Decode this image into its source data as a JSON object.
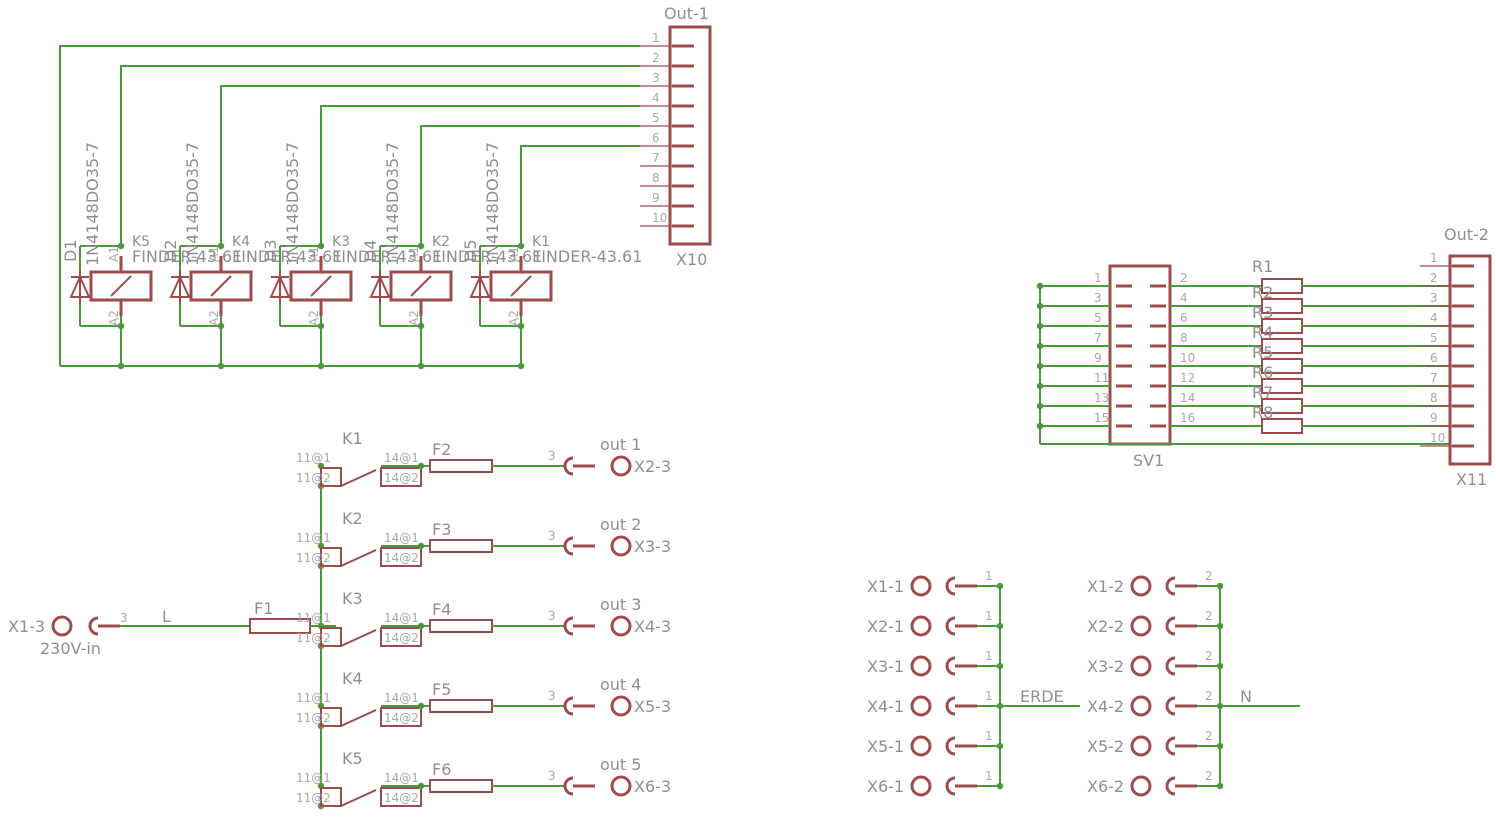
{
  "x10": {
    "value": "Out-1",
    "name": "X10",
    "pins": [
      "1",
      "2",
      "3",
      "4",
      "5",
      "6",
      "7",
      "8",
      "9",
      "10"
    ]
  },
  "x11": {
    "value": "Out-2",
    "name": "X11",
    "pins": [
      "1",
      "2",
      "3",
      "4",
      "5",
      "6",
      "7",
      "8",
      "9",
      "10"
    ]
  },
  "sv1": {
    "name": "SV1",
    "left_pins": [
      "1",
      "3",
      "5",
      "7",
      "9",
      "11",
      "13",
      "15"
    ],
    "right_pins": [
      "2",
      "4",
      "6",
      "8",
      "10",
      "12",
      "14",
      "16"
    ]
  },
  "resistors": [
    "R1",
    "R2",
    "R3",
    "R4",
    "R5",
    "R6",
    "R7",
    "R8"
  ],
  "relay_coils": [
    {
      "diode": "D1",
      "diode_value": "1N4148DO35-7",
      "relay": "K5",
      "relay_value": "FINDER-43.61",
      "a1": "A1",
      "a2": "A2"
    },
    {
      "diode": "D2",
      "diode_value": "1N4148DO35-7",
      "relay": "K4",
      "relay_value": "FINDER-43.61",
      "a1": "A1",
      "a2": "A2"
    },
    {
      "diode": "D3",
      "diode_value": "1N4148DO35-7",
      "relay": "K3",
      "relay_value": "FINDER-43.61",
      "a1": "A1",
      "a2": "A2"
    },
    {
      "diode": "D4",
      "diode_value": "1N4148DO35-7",
      "relay": "K2",
      "relay_value": "FINDER-43.61",
      "a1": "A1",
      "a2": "A2"
    },
    {
      "diode": "D5",
      "diode_value": "1N4148DO35-7",
      "relay": "K1",
      "relay_value": "FINDER-43.61",
      "a1": "A1",
      "a2": "A2"
    }
  ],
  "power_input": {
    "connector": "X1-3",
    "value": "230V-in",
    "pin": "3",
    "net": "L",
    "fuse": "F1",
    "pin_11_1": "11@1",
    "pin_11_2": "11@2"
  },
  "switch_rows": [
    {
      "relay": "K1",
      "p11_1": "11@1",
      "p11_2": "11@2",
      "p14_1": "14@1",
      "p14_2": "14@2",
      "fuse": "F2",
      "pin": "3",
      "out_label": "out 1",
      "connector": "X2-3"
    },
    {
      "relay": "K2",
      "p11_1": "11@1",
      "p11_2": "11@2",
      "p14_1": "14@1",
      "p14_2": "14@2",
      "fuse": "F3",
      "pin": "3",
      "out_label": "out 2",
      "connector": "X3-3"
    },
    {
      "relay": "K3",
      "p11_1": "11@1",
      "p11_2": "11@2",
      "p14_1": "14@1",
      "p14_2": "14@2",
      "fuse": "F4",
      "pin": "3",
      "out_label": "out 3",
      "connector": "X4-3"
    },
    {
      "relay": "K4",
      "p11_1": "11@1",
      "p11_2": "11@2",
      "p14_1": "14@1",
      "p14_2": "14@2",
      "fuse": "F5",
      "pin": "3",
      "out_label": "out 4",
      "connector": "X5-3"
    },
    {
      "relay": "K5",
      "p11_1": "11@1",
      "p11_2": "11@2",
      "p14_1": "14@1",
      "p14_2": "14@2",
      "fuse": "F6",
      "pin": "3",
      "out_label": "out 5",
      "connector": "X6-3"
    }
  ],
  "earth_group": {
    "net": "ERDE",
    "pin": "1",
    "connectors": [
      "X1-1",
      "X2-1",
      "X3-1",
      "X4-1",
      "X5-1",
      "X6-1"
    ]
  },
  "neutral_group": {
    "net": "N",
    "pin": "2",
    "connectors": [
      "X1-2",
      "X2-2",
      "X3-2",
      "X4-2",
      "X5-2",
      "X6-2"
    ]
  }
}
